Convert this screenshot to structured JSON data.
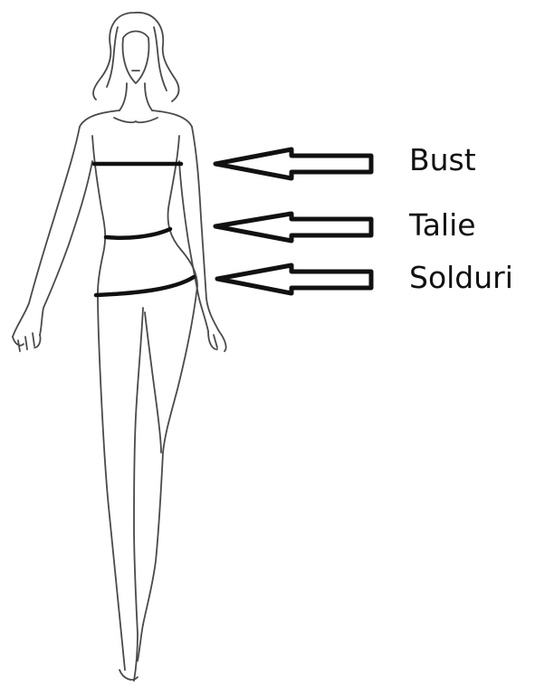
{
  "labels": {
    "bust": "Bust",
    "waist": "Talie",
    "hips": "Solduri"
  },
  "colors": {
    "outline": "#4a4a4a",
    "measure_line": "#111111",
    "background": "#ffffff"
  },
  "icons": {
    "arrow": "left-pointing-hollow-arrow",
    "figure": "female-fashion-croquis"
  }
}
